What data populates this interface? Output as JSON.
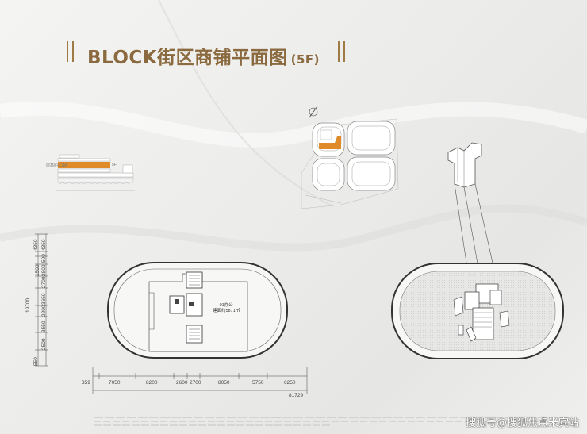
{
  "title": {
    "main": "BLOCK街区商铺平面图",
    "suffix": "(5F)"
  },
  "section": {
    "height_label": "层高约4.2M",
    "floor_label": "5F"
  },
  "plan": {
    "unit_name": "01办公",
    "unit_area": "建面约5871㎡"
  },
  "dimensions": {
    "vertical_total": "19700",
    "vertical": [
      "4350",
      "4350",
      "500",
      "1500",
      "2800",
      "2700",
      "3650",
      "2200",
      "3550",
      "2500",
      "550"
    ],
    "horizontal": [
      "359",
      "7050",
      "8200",
      "2600",
      "2700",
      "8050",
      "5750",
      "6250"
    ],
    "horizontal_total": "81729"
  },
  "watermark": "搜狐号@搜狐焦点米宾站"
}
